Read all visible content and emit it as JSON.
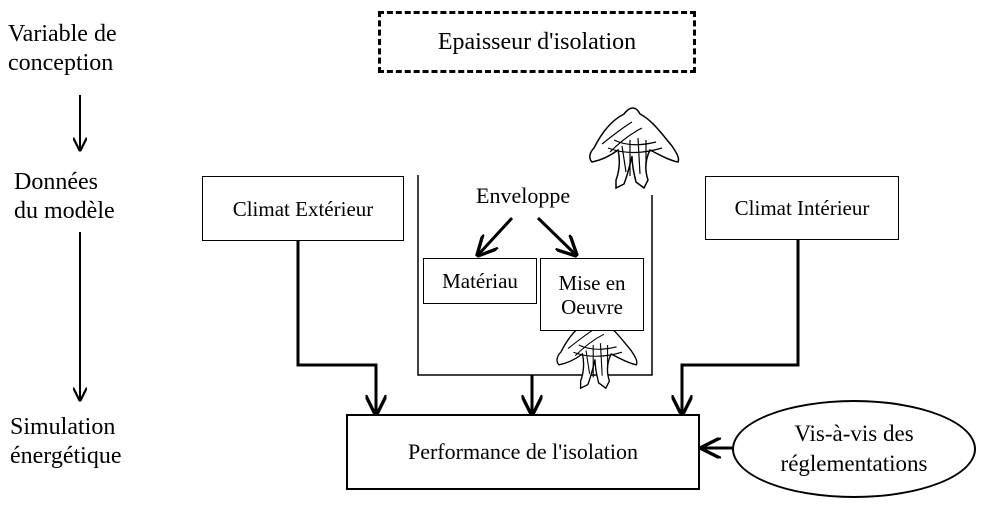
{
  "left_labels": {
    "design_variable": [
      "Variable de",
      "conception"
    ],
    "model_data": [
      "Données",
      "du modèle"
    ],
    "energy_simulation": [
      "Simulation",
      "énergétique"
    ]
  },
  "boxes": {
    "insulation_thickness": "Epaisseur d'isolation",
    "exterior_climate": "Climat Extérieur",
    "envelope": "Enveloppe",
    "material": "Matériau",
    "installation": [
      "Mise en",
      "Oeuvre"
    ],
    "interior_climate": "Climat Intérieur",
    "insulation_performance": "Performance de l'isolation",
    "regulations": [
      "Vis-à-vis des",
      "réglementations"
    ]
  },
  "icons": [
    "uncertainty-distribution-icon",
    "uncertainty-distribution-icon"
  ]
}
